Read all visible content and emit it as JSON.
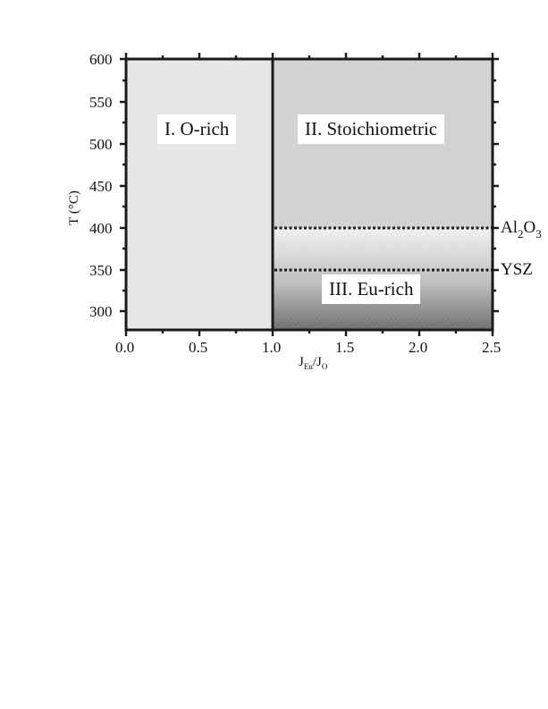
{
  "chart_data": {
    "type": "phase-diagram",
    "title": "",
    "xlabel": "J_Eu/J_O",
    "ylabel": "T (°C)",
    "xlim": [
      0.0,
      2.5
    ],
    "ylim": [
      278,
      600
    ],
    "x_ticks": [
      "0.0",
      "0.5",
      "1.0",
      "1.5",
      "2.0",
      "2.5"
    ],
    "y_ticks": [
      "300",
      "350",
      "400",
      "450",
      "500",
      "550",
      "600"
    ],
    "grid": false,
    "regions": [
      {
        "name": "I. O-rich",
        "x_range": [
          0.0,
          1.0
        ],
        "y_range": [
          278,
          600
        ],
        "fill": "#e6e7e8"
      },
      {
        "name": "II. Stoichiometric",
        "x_range": [
          1.0,
          2.5
        ],
        "y_range": [
          400,
          600
        ],
        "fill": "#d1d3d4"
      },
      {
        "name": "III. Eu-rich",
        "x_range": [
          1.0,
          2.5
        ],
        "y_range": [
          278,
          400
        ],
        "fill": "gradient #eeeeef → #6d6e70"
      }
    ],
    "vertical_lines": [
      {
        "x": 1.0,
        "style": "solid"
      }
    ],
    "horizontal_lines": [
      {
        "y": 400,
        "x_range": [
          1.0,
          2.5
        ],
        "style": "dotted",
        "label": "Al2O3"
      },
      {
        "y": 350,
        "x_range": [
          1.0,
          2.5
        ],
        "style": "dotted",
        "label": "YSZ"
      }
    ]
  },
  "labels": {
    "region1": "I. O-rich",
    "region2": "II. Stoichiometric",
    "region3": "III. Eu-rich",
    "al2o3_main": "Al",
    "al2o3_sub1": "2",
    "al2o3_o": "O",
    "al2o3_sub2": "3",
    "ysz": "YSZ",
    "ylabel": "T (°C)",
    "xlabel_j1": "J",
    "xlabel_sub1": "Eu",
    "xlabel_slash": "/J",
    "xlabel_sub2": "O"
  },
  "ticks": {
    "x": [
      "0.0",
      "0.5",
      "1.0",
      "1.5",
      "2.0",
      "2.5"
    ],
    "y": [
      "600",
      "550",
      "500",
      "450",
      "400",
      "350",
      "300"
    ]
  },
  "colors": {
    "region1": "#e6e7e8",
    "region2": "#d1d3d4",
    "region3_top": "#f1f1f2",
    "region3_bottom": "#6d6e70",
    "axis": "#1a1a1a"
  }
}
